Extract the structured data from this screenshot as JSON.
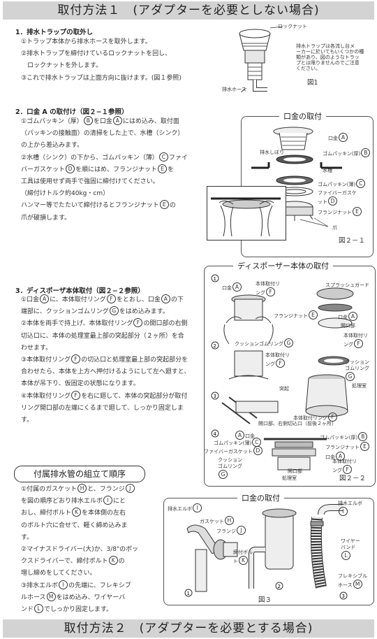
{
  "header_top": "取付方法１　(アダプターを必要としない場合)",
  "header_bottom": "取付方法２　(アダプターを必要とする場合)",
  "s1": {
    "heading": "1．排水トラップの取外し",
    "lines": [
      "①トラップ本体から排水ホースを取外します。",
      "②排水トラップを締付けているロックナットを回し、",
      "　ロックナットを外します。",
      "③これで排水トラップは上面方向に抜けます。(図１参照)"
    ],
    "fig_labels": {
      "locknut": "ロックナット",
      "hose": "排水ホース"
    },
    "note": [
      "排水トラップは各流し台メ",
      "ーカーに於いてもいくつかの種",
      "類があり、図のようなトラッ",
      "プとは限りませんのでご注意",
      "ください。"
    ],
    "caption": "図1"
  },
  "s2": {
    "heading": "2．口金 A の取付け（図２−１参照）",
    "lines": [
      [
        "①ゴムパッキン（厚）",
        "B",
        "を口金",
        "A",
        "にはめ込み、取付面"
      ],
      [
        "（パッキンの接触面）の清掃をした上で、水槽（シンク）"
      ],
      [
        "の上から差込みます。"
      ],
      [
        "②水槽（シンク）の下から、ゴムパッキン（薄）",
        "C",
        "ファイ"
      ],
      [
        "バーガスケット",
        "D",
        "を順にはめ、フランジナット",
        "E",
        "を"
      ],
      [
        "工具は使用せず両手で強固に締付けてください。"
      ],
      [
        "（締付けトルク約40kg・cm）"
      ],
      [
        "ハンマー等でたたいて締付けるとフランジナット",
        "E",
        "の"
      ],
      [
        "爪が破損します。"
      ]
    ],
    "box_title": "口金の取付",
    "fig_labels": [
      "口金",
      "ゴムパッキン(厚)",
      "排水しぼり",
      "水槽",
      "ゴムパッキン(薄)",
      "ファイバーガスケット",
      "フランジナット",
      "爪"
    ],
    "caption": "図２－１"
  },
  "s3": {
    "heading": "3．ディスポーザ本体取付（図２−２参照）",
    "lines": [
      [
        "①口金",
        "A",
        "に、本体取付リング",
        "F",
        "をとおし、口金",
        "A",
        "の下"
      ],
      [
        "端部に、クッションゴムリング",
        "G",
        "をはめ込みます。"
      ],
      [
        "②本体を両手で持上げ、本体取付リング",
        "F",
        "の開口部の右側"
      ],
      [
        "切込口に、本体の処理室最上部の突起部分（２ヶ所）を合"
      ],
      [
        "わせます。"
      ],
      [
        "③本体取付リング",
        "F",
        "の切込口と処理室最上部の突起部分を"
      ],
      [
        "合わせたら、本体を上方へ押付けるようにして左へ廻すと、"
      ],
      [
        "本体が吊下り、仮固定の状態になります。"
      ],
      [
        "④本体取付リング",
        "F",
        "を右に廻して、本体の突起部分が取付"
      ],
      [
        "リング開口部の左端にくるまで廻して、しっかり固定しま"
      ],
      [
        "す。"
      ]
    ],
    "box_title": "ディスポーザー本体の取付",
    "fig_labels": [
      "口金",
      "本体取付リング",
      "スプラッシュガード",
      "フランジナット",
      "口金",
      "開口部",
      "本体取付リング",
      "クッションゴムリング",
      "本体取付リング",
      "クッションゴムリング",
      "処理室",
      "突起",
      "本体取付リング",
      "開口部、右側切込口（前後２ヶ所）",
      "口金",
      "ゴムパッキン(厚)",
      "ゴムパッキン(薄)",
      "フランジナット",
      "ファイバーガスケット",
      "口金",
      "クッションゴムリング",
      "本体取付リング",
      "開口部",
      "処理室"
    ],
    "caption": "図２－２"
  },
  "s4": {
    "heading": "付属排水管の組立て順序",
    "lines": [
      [
        "①付属のガスケット",
        "H",
        "と、フランジ",
        "J"
      ],
      [
        "を図の順序どおり排水エルボ",
        "I",
        "にと"
      ],
      [
        "おし、締付ボルト",
        "K",
        "を本体側の左右"
      ],
      [
        "のボルト穴に合せて、軽く締め込みま"
      ],
      [
        "す。"
      ],
      [
        "②マイナスドライバー(大)か、3/8\"のボッ"
      ],
      [
        "クスドライバーで、締付ボルト",
        "K",
        "の"
      ],
      [
        "増し締めをしてください。"
      ],
      [
        "③排水エルボ",
        "I",
        "の先端に、フレキシブ"
      ],
      [
        "ルホース",
        "M",
        "をはめ込み、ワイヤーバ"
      ],
      [
        "ンド",
        "L",
        "でしっかり固定します。"
      ]
    ],
    "box_title": "口金の取付",
    "fig_labels": [
      "排水エルボ",
      "ガスケット",
      "フランジ",
      "締付ボルト",
      "排水エルボ",
      "ワイヤーバンド",
      "フレキシブルホース"
    ],
    "caption": "図３"
  }
}
